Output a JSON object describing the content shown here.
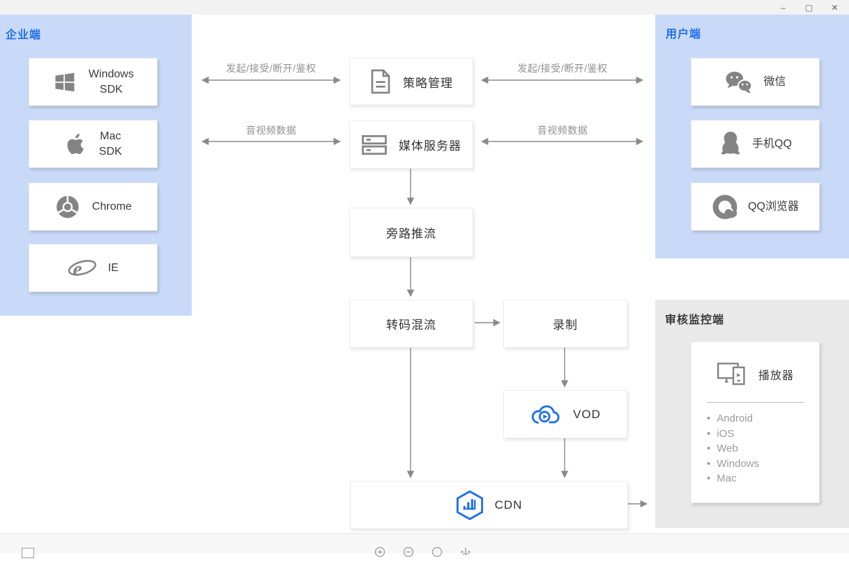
{
  "window": {
    "controls": {
      "minimize": "–",
      "maximize": "▢",
      "close": "✕"
    }
  },
  "colors": {
    "panel_blue": "#c9daf8",
    "panel_gray": "#e9e9ea",
    "accent_blue": "#1f6fe9",
    "icon_gray": "#848484",
    "arrow_gray": "#8a8a8a",
    "edge_label_gray": "#8f8f8f"
  },
  "panels": {
    "enterprise": {
      "title": "企业端",
      "items": [
        {
          "icon": "windows-icon",
          "label": "Windows\nSDK"
        },
        {
          "icon": "apple-icon",
          "label": "Mac\nSDK"
        },
        {
          "icon": "chrome-icon",
          "label": "Chrome"
        },
        {
          "icon": "ie-icon",
          "label": "IE"
        }
      ]
    },
    "user": {
      "title": "用户端",
      "items": [
        {
          "icon": "wechat-icon",
          "label": "微信"
        },
        {
          "icon": "qq-icon",
          "label": "手机QQ"
        },
        {
          "icon": "qq-browser-icon",
          "label": "QQ浏览器"
        }
      ]
    },
    "audit": {
      "title": "审核监控端",
      "player_label": "播放器",
      "platforms": [
        "Android",
        "iOS",
        "Web",
        "Windows",
        "Mac"
      ]
    }
  },
  "flow": {
    "nodes": {
      "policy": "策略管理",
      "media": "媒体服务器",
      "bypass": "旁路推流",
      "transcode": "转码混流",
      "record": "录制",
      "vod": "VOD",
      "cdn": "CDN"
    },
    "edges": {
      "signal_label": "发起/接受/断开/鉴权",
      "av_label": "音视频数据"
    }
  },
  "toolbar": {
    "icons": [
      "thumbnail",
      "zoom-in",
      "zoom-out",
      "reset",
      "fit"
    ]
  }
}
